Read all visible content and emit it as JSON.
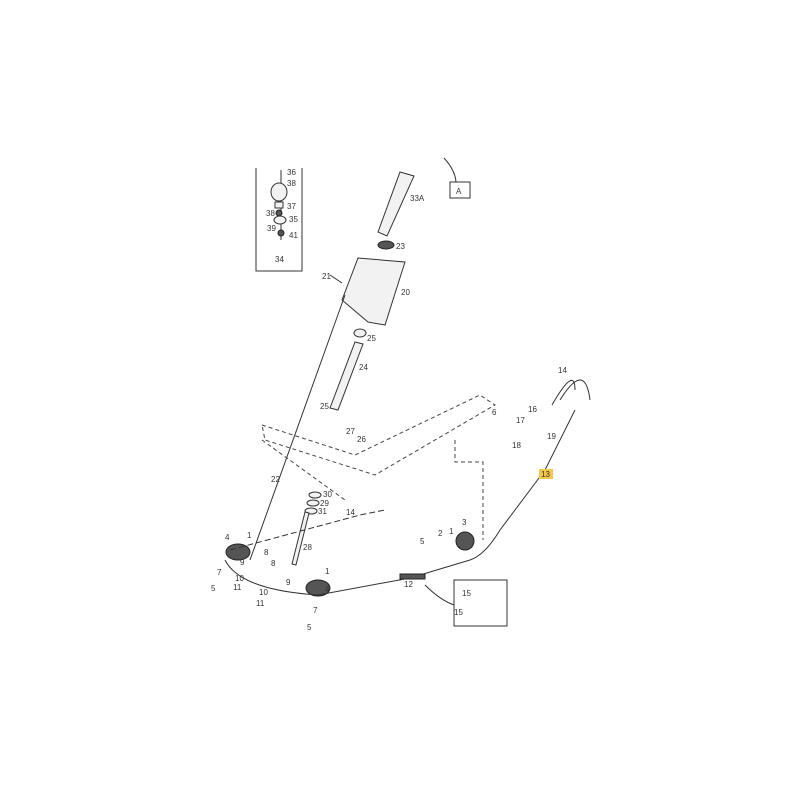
{
  "diagram": {
    "view_ref": "A",
    "highlight_color": "#f5c64a",
    "callouts": [
      "36",
      "38",
      "37",
      "38",
      "35",
      "39",
      "41",
      "34",
      "33A",
      "23",
      "21",
      "20",
      "25",
      "24",
      "25",
      "27",
      "26",
      "6",
      "14",
      "16",
      "17",
      "18",
      "19",
      "13",
      "22",
      "30",
      "29",
      "31",
      "14",
      "1",
      "4",
      "8",
      "9",
      "28",
      "7",
      "10",
      "5",
      "11",
      "8",
      "9",
      "1",
      "4",
      "10",
      "11",
      "7",
      "5",
      "12",
      "5",
      "2",
      "1",
      "3",
      "15",
      "15"
    ],
    "highlighted": "13"
  }
}
